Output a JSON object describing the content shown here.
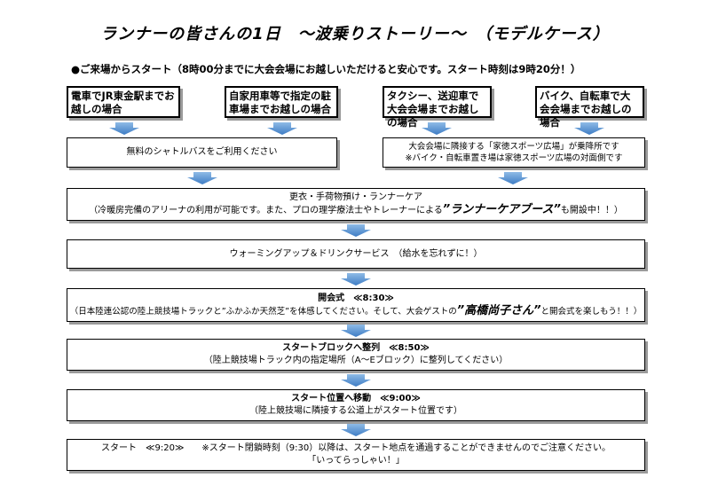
{
  "title": "ランナーの皆さんの1日　～波乗りストーリー～　（モデルケース）",
  "intro": "●ご来場からスタート（8時00分までに大会会場にお越しいただけると安心です。スタート時刻は9時20分！）",
  "sources": [
    "電車でJR東金駅までお越しの場合",
    "自家用車等で指定の駐車場までお越しの場合",
    "タクシー、送迎車で大会会場までお越しの場合",
    "バイク、自転車で大会会場までお越しの場合"
  ],
  "shuttle": "無料のシャトルバスをご利用ください",
  "dropoff": {
    "line1": "大会会場に隣接する「家徳スポーツ広場」が乗降所です",
    "line2": "※バイク・自転車置き場は家徳スポーツ広場の対面側です"
  },
  "changing": {
    "line1": "更衣・手荷物預け・ランナーケア",
    "line2_a": "（冷暖房完備のアリーナの利用が可能です。また、プロの理学療法士やトレーナーによる",
    "line2_b": "”ランナーケアブース”",
    "line2_c": "も開設中！！）"
  },
  "warmup": "ウォーミングアップ＆ドリンクサービス　（給水を忘れずに！）",
  "opening": {
    "line1": "開会式　≪8:30≫",
    "line2_a": "（日本陸連公認の陸上競技場トラックと”ふかふか天然芝”を体感してください。そして、大会ゲストの",
    "line2_b": "”高橋尚子さん”",
    "line2_c": "と開会式を楽しもう！！）"
  },
  "block": {
    "line1": "スタートブロックへ整列　≪8:50≫",
    "line2": "（陸上競技場トラック内の指定場所（A～Eブロック）に整列してください）"
  },
  "position": {
    "line1": "スタート位置へ移動　≪9:00≫",
    "line2": "（陸上競技場に隣接する公道上がスタート位置です）"
  },
  "start": {
    "line1": "スタート　≪9:20≫　　※スタート閉鎖時刻（9:30）以降は、スタート地点を通過することができませんのでご注意ください。",
    "line2": "「いってらっしゃい！」"
  },
  "colors": {
    "arrow": "#5b9bd5",
    "shadow": "#9a9a9a"
  }
}
